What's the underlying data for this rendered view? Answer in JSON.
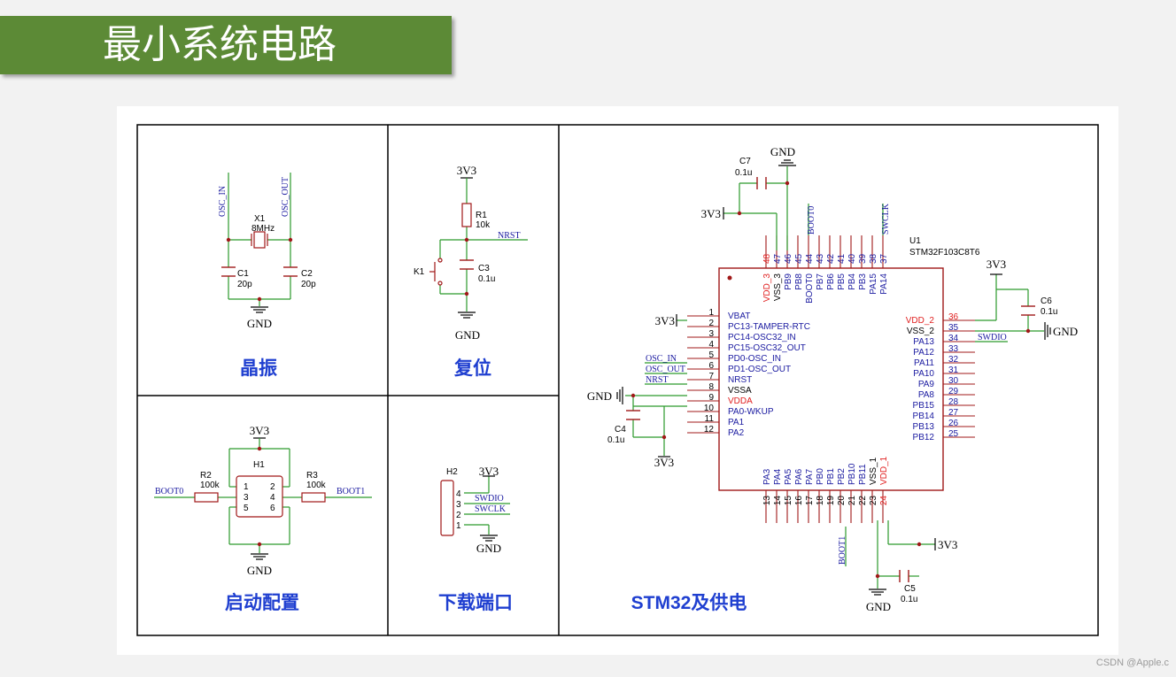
{
  "banner": {
    "title": "最小系统电路"
  },
  "panels": {
    "crystal": "晶振",
    "reset": "复位",
    "boot": "启动配置",
    "download": "下载端口",
    "mcu": "STM32及供电"
  },
  "crystal": {
    "osc_in": "OSC_IN",
    "osc_out": "OSC_OUT",
    "x1_ref": "X1",
    "x1_val": "8MHz",
    "c1_ref": "C1",
    "c1_val": "20p",
    "c2_ref": "C2",
    "c2_val": "20p",
    "gnd": "GND"
  },
  "reset": {
    "v3v3": "3V3",
    "r1_ref": "R1",
    "r1_val": "10k",
    "nrst": "NRST",
    "k1_ref": "K1",
    "c3_ref": "C3",
    "c3_val": "0.1u",
    "gnd": "GND"
  },
  "boot": {
    "v3v3": "3V3",
    "h1_ref": "H1",
    "r2_ref": "R2",
    "r2_val": "100k",
    "r3_ref": "R3",
    "r3_val": "100k",
    "boot0": "BOOT0",
    "boot1": "BOOT1",
    "pins": [
      "1",
      "2",
      "3",
      "4",
      "5",
      "6"
    ],
    "gnd": "GND"
  },
  "download": {
    "h2_ref": "H2",
    "v3v3": "3V3",
    "pins": [
      "4",
      "3",
      "2",
      "1"
    ],
    "swdio": "SWDIO",
    "swclk": "SWCLK",
    "gnd": "GND"
  },
  "mcu": {
    "u1_ref": "U1",
    "u1_val": "STM32F103C8T6",
    "c7_ref": "C7",
    "c7_val": "0.1u",
    "c6_ref": "C6",
    "c6_val": "0.1u",
    "c4_ref": "C4",
    "c4_val": "0.1u",
    "c5_ref": "C5",
    "c5_val": "0.1u",
    "gnd": "GND",
    "v3v3": "3V3",
    "net_boot0": "BOOT0",
    "net_swclk": "SWCLK",
    "net_swdio": "SWDIO",
    "net_boot1": "BOOT1",
    "net_osc_in": "OSC_IN",
    "net_osc_out": "OSC_OUT",
    "net_nrst": "NRST",
    "left_pins": [
      {
        "num": "1",
        "name": "VBAT",
        "color": "#1a1aa0"
      },
      {
        "num": "2",
        "name": "PC13-TAMPER-RTC",
        "color": "#1a1aa0"
      },
      {
        "num": "3",
        "name": "PC14-OSC32_IN",
        "color": "#1a1aa0"
      },
      {
        "num": "4",
        "name": "PC15-OSC32_OUT",
        "color": "#1a1aa0"
      },
      {
        "num": "5",
        "name": "PD0-OSC_IN",
        "color": "#1a1aa0"
      },
      {
        "num": "6",
        "name": "PD1-OSC_OUT",
        "color": "#1a1aa0"
      },
      {
        "num": "7",
        "name": "NRST",
        "color": "#1a1aa0"
      },
      {
        "num": "8",
        "name": "VSSA",
        "color": "#000000"
      },
      {
        "num": "9",
        "name": "VDDA",
        "color": "#e02020"
      },
      {
        "num": "10",
        "name": "PA0-WKUP",
        "color": "#1a1aa0"
      },
      {
        "num": "11",
        "name": "PA1",
        "color": "#1a1aa0"
      },
      {
        "num": "12",
        "name": "PA2",
        "color": "#1a1aa0"
      }
    ],
    "right_pins": [
      {
        "num": "36",
        "name": "VDD_2",
        "color": "#e02020"
      },
      {
        "num": "35",
        "name": "VSS_2",
        "color": "#000000"
      },
      {
        "num": "34",
        "name": "PA13",
        "color": "#1a1aa0"
      },
      {
        "num": "33",
        "name": "PA12",
        "color": "#1a1aa0"
      },
      {
        "num": "32",
        "name": "PA11",
        "color": "#1a1aa0"
      },
      {
        "num": "31",
        "name": "PA10",
        "color": "#1a1aa0"
      },
      {
        "num": "30",
        "name": "PA9",
        "color": "#1a1aa0"
      },
      {
        "num": "29",
        "name": "PA8",
        "color": "#1a1aa0"
      },
      {
        "num": "28",
        "name": "PB15",
        "color": "#1a1aa0"
      },
      {
        "num": "27",
        "name": "PB14",
        "color": "#1a1aa0"
      },
      {
        "num": "26",
        "name": "PB13",
        "color": "#1a1aa0"
      },
      {
        "num": "25",
        "name": "PB12",
        "color": "#1a1aa0"
      }
    ],
    "top_pins": [
      {
        "num": "48",
        "name": "VDD_3",
        "color": "#e02020"
      },
      {
        "num": "47",
        "name": "VSS_3",
        "color": "#000000"
      },
      {
        "num": "46",
        "name": "PB9",
        "color": "#1a1aa0"
      },
      {
        "num": "45",
        "name": "PB8",
        "color": "#1a1aa0"
      },
      {
        "num": "44",
        "name": "BOOT0",
        "color": "#1a1aa0"
      },
      {
        "num": "43",
        "name": "PB7",
        "color": "#1a1aa0"
      },
      {
        "num": "42",
        "name": "PB6",
        "color": "#1a1aa0"
      },
      {
        "num": "41",
        "name": "PB5",
        "color": "#1a1aa0"
      },
      {
        "num": "40",
        "name": "PB4",
        "color": "#1a1aa0"
      },
      {
        "num": "39",
        "name": "PB3",
        "color": "#1a1aa0"
      },
      {
        "num": "38",
        "name": "PA15",
        "color": "#1a1aa0"
      },
      {
        "num": "37",
        "name": "PA14",
        "color": "#1a1aa0"
      }
    ],
    "bottom_pins": [
      {
        "num": "13",
        "name": "PA3",
        "color": "#1a1aa0"
      },
      {
        "num": "14",
        "name": "PA4",
        "color": "#1a1aa0"
      },
      {
        "num": "15",
        "name": "PA5",
        "color": "#1a1aa0"
      },
      {
        "num": "16",
        "name": "PA6",
        "color": "#1a1aa0"
      },
      {
        "num": "17",
        "name": "PA7",
        "color": "#1a1aa0"
      },
      {
        "num": "18",
        "name": "PB0",
        "color": "#1a1aa0"
      },
      {
        "num": "19",
        "name": "PB1",
        "color": "#1a1aa0"
      },
      {
        "num": "20",
        "name": "PB2",
        "color": "#1a1aa0"
      },
      {
        "num": "21",
        "name": "PB10",
        "color": "#1a1aa0"
      },
      {
        "num": "22",
        "name": "PB11",
        "color": "#1a1aa0"
      },
      {
        "num": "23",
        "name": "VSS_1",
        "color": "#000000"
      },
      {
        "num": "24",
        "name": "VDD_1",
        "color": "#e02020"
      }
    ]
  },
  "watermark": "CSDN @Apple.c",
  "colors": {
    "banner": "#5c8a36",
    "wire": "#2c9a2c",
    "component": "#a01818",
    "netlabel": "#1a1aa0",
    "frame": "#000000",
    "title": "#1f3fd0"
  }
}
